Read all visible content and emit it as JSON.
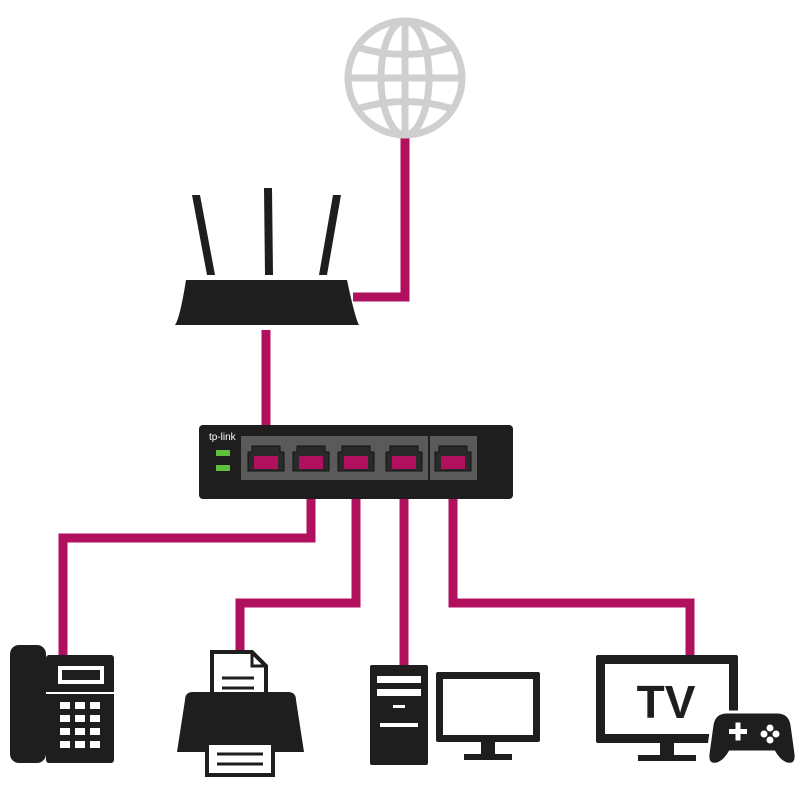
{
  "switch": {
    "brand": "tp-link",
    "port_count": 5
  },
  "devices": {
    "tv": {
      "screen_text": "TV"
    }
  },
  "icons": {
    "internet": "globe-icon",
    "router": "router-icon",
    "switch": "network-switch-icon",
    "phone": "desk-phone-icon",
    "printer": "printer-icon",
    "computer": "desktop-computer-icon",
    "tv": "tv-icon",
    "gamepad": "gamepad-icon"
  },
  "colors": {
    "cable": "#b0105e",
    "device": "#1e1e1e",
    "globe": "#cfcfcf",
    "switch_led": "#5fc13c",
    "background": "#ffffff"
  }
}
